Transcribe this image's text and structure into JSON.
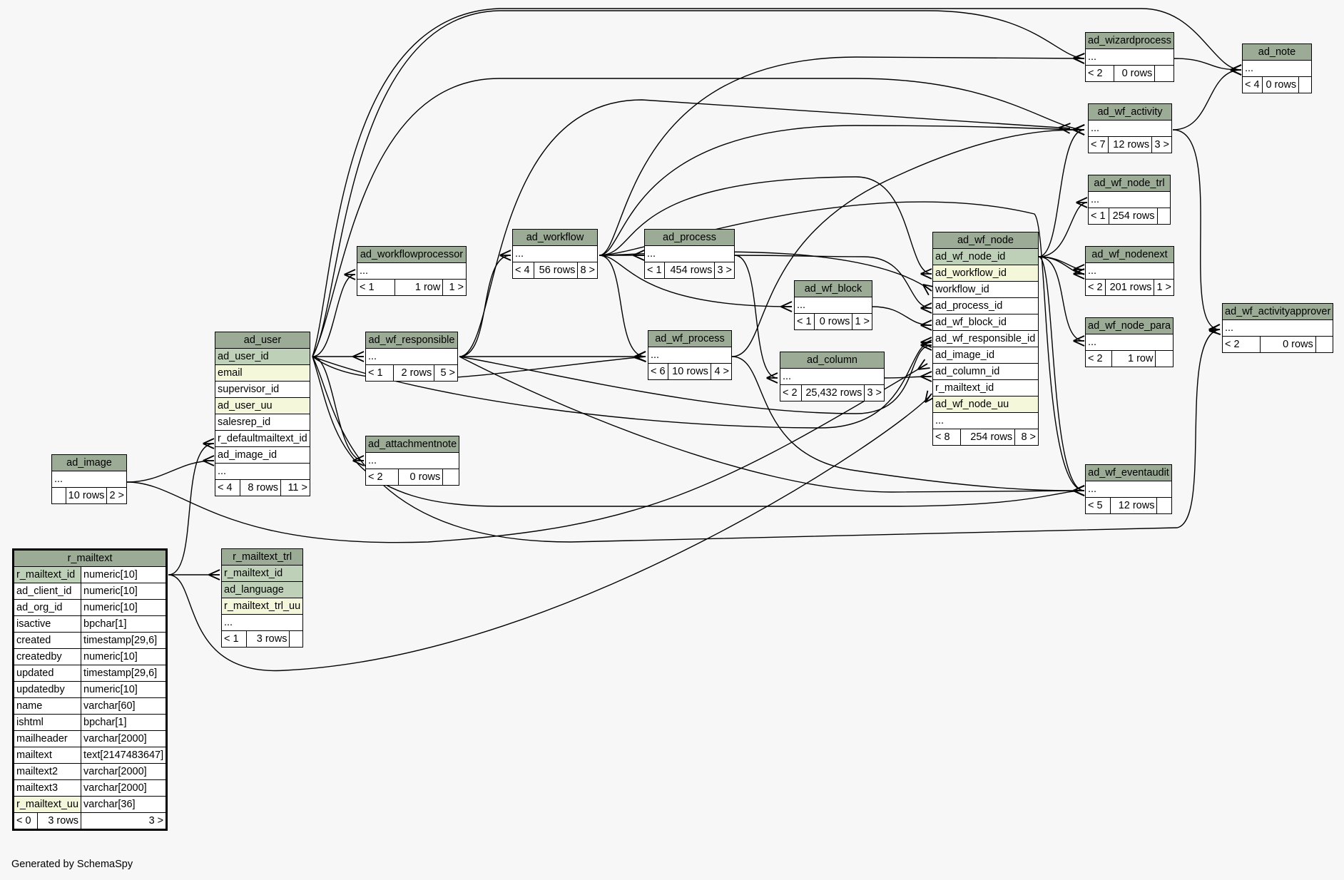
{
  "tables": {
    "ad_wizardprocess": {
      "name": "ad_wizardprocess",
      "cols": [
        "..."
      ],
      "stats": [
        "< 2",
        "0 rows",
        ""
      ]
    },
    "ad_note": {
      "name": "ad_note",
      "cols": [
        "..."
      ],
      "stats": [
        "< 4",
        "0 rows",
        ""
      ]
    },
    "ad_wf_activity": {
      "name": "ad_wf_activity",
      "cols": [
        "..."
      ],
      "stats": [
        "< 7",
        "12 rows",
        "3 >"
      ]
    },
    "ad_wf_node_trl": {
      "name": "ad_wf_node_trl",
      "cols": [
        "..."
      ],
      "stats": [
        "< 1",
        "254 rows",
        ""
      ]
    },
    "ad_wf_nodenext": {
      "name": "ad_wf_nodenext",
      "cols": [
        "..."
      ],
      "stats": [
        "< 2",
        "201 rows",
        "1 >"
      ]
    },
    "ad_wf_node_para": {
      "name": "ad_wf_node_para",
      "cols": [
        "..."
      ],
      "stats": [
        "< 2",
        "1 row",
        ""
      ]
    },
    "ad_wf_activityapprover": {
      "name": "ad_wf_activityapprover",
      "cols": [
        "..."
      ],
      "stats": [
        "< 2",
        "0 rows",
        ""
      ]
    },
    "ad_wf_eventaudit": {
      "name": "ad_wf_eventaudit",
      "cols": [
        "..."
      ],
      "stats": [
        "< 5",
        "12 rows",
        ""
      ]
    },
    "ad_wf_node": {
      "name": "ad_wf_node",
      "cols": [
        "ad_wf_node_id",
        "ad_workflow_id",
        "workflow_id",
        "ad_process_id",
        "ad_wf_block_id",
        "ad_wf_responsible_id",
        "ad_image_id",
        "ad_column_id",
        "r_mailtext_id",
        "ad_wf_node_uu",
        "..."
      ],
      "stats": [
        "< 8",
        "254 rows",
        "8 >"
      ]
    },
    "ad_workflow": {
      "name": "ad_workflow",
      "cols": [
        "..."
      ],
      "stats": [
        "< 4",
        "56 rows",
        "8 >"
      ]
    },
    "ad_process": {
      "name": "ad_process",
      "cols": [
        "..."
      ],
      "stats": [
        "< 1",
        "454 rows",
        "3 >"
      ]
    },
    "ad_wf_block": {
      "name": "ad_wf_block",
      "cols": [
        "..."
      ],
      "stats": [
        "< 1",
        "0 rows",
        "1 >"
      ]
    },
    "ad_workflowprocessor": {
      "name": "ad_workflowprocessor",
      "cols": [
        "..."
      ],
      "stats": [
        "< 1",
        "1 row",
        "1 >"
      ]
    },
    "ad_wf_process": {
      "name": "ad_wf_process",
      "cols": [
        "..."
      ],
      "stats": [
        "< 6",
        "10 rows",
        "4 >"
      ]
    },
    "ad_column": {
      "name": "ad_column",
      "cols": [
        "..."
      ],
      "stats": [
        "< 2",
        "25,432 rows",
        "3 >"
      ]
    },
    "ad_user": {
      "name": "ad_user",
      "cols": [
        "ad_user_id",
        "email",
        "supervisor_id",
        "ad_user_uu",
        "salesrep_id",
        "r_defaultmailtext_id",
        "ad_image_id",
        "..."
      ],
      "stats": [
        "< 4",
        "8 rows",
        "11 >"
      ]
    },
    "ad_wf_responsible": {
      "name": "ad_wf_responsible",
      "cols": [
        "..."
      ],
      "stats": [
        "< 1",
        "2 rows",
        "5 >"
      ]
    },
    "ad_attachmentnote": {
      "name": "ad_attachmentnote",
      "cols": [
        "..."
      ],
      "stats": [
        "< 2",
        "0 rows",
        ""
      ]
    },
    "ad_image": {
      "name": "ad_image",
      "cols": [
        "..."
      ],
      "stats": [
        "",
        "10 rows",
        "2 >"
      ]
    },
    "r_mailtext_trl": {
      "name": "r_mailtext_trl",
      "cols": [
        "r_mailtext_id",
        "ad_language",
        "r_mailtext_trl_uu",
        "..."
      ],
      "stats": [
        "< 1",
        "3 rows",
        ""
      ]
    },
    "r_mailtext": {
      "name": "r_mailtext",
      "rows": [
        [
          "r_mailtext_id",
          "numeric[10]"
        ],
        [
          "ad_client_id",
          "numeric[10]"
        ],
        [
          "ad_org_id",
          "numeric[10]"
        ],
        [
          "isactive",
          "bpchar[1]"
        ],
        [
          "created",
          "timestamp[29,6]"
        ],
        [
          "createdby",
          "numeric[10]"
        ],
        [
          "updated",
          "timestamp[29,6]"
        ],
        [
          "updatedby",
          "numeric[10]"
        ],
        [
          "name",
          "varchar[60]"
        ],
        [
          "ishtml",
          "bpchar[1]"
        ],
        [
          "mailheader",
          "varchar[2000]"
        ],
        [
          "mailtext",
          "text[2147483647]"
        ],
        [
          "mailtext2",
          "varchar[2000]"
        ],
        [
          "mailtext3",
          "varchar[2000]"
        ],
        [
          "r_mailtext_uu",
          "varchar[36]"
        ]
      ],
      "stats": [
        "< 0",
        "3 rows",
        "3 >"
      ]
    }
  },
  "footer": "Generated by SchemaSpy"
}
